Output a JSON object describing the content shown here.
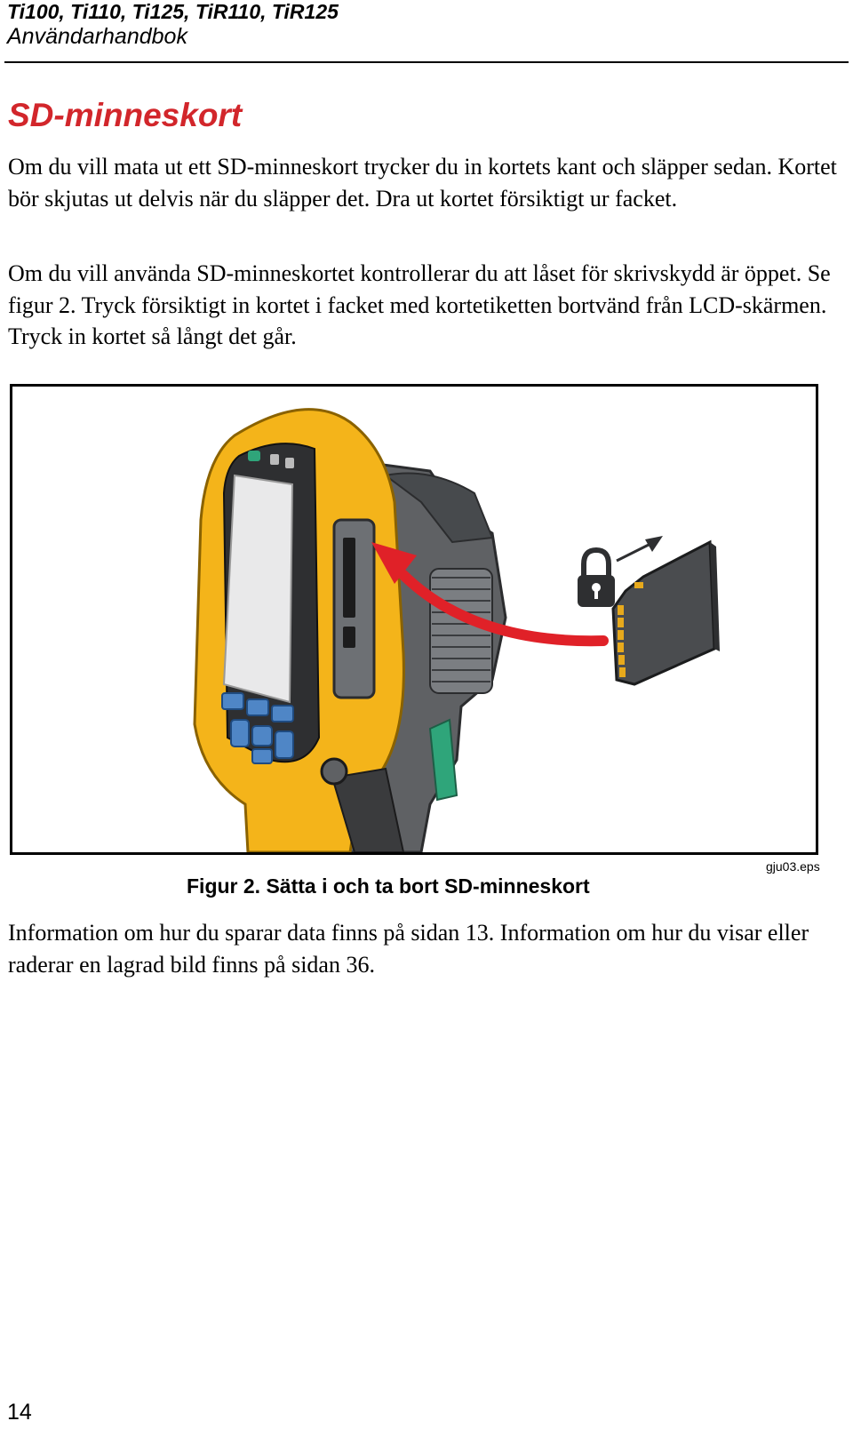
{
  "header": {
    "models": "Ti100, Ti110, Ti125, TiR110, TiR125",
    "manual": "Användarhandbok"
  },
  "section": {
    "title": "SD-minneskort"
  },
  "paragraphs": [
    "Om du vill mata ut ett SD-minneskort trycker du in kortets kant och släpper sedan. Kortet bör skjutas ut delvis när du släpper det. Dra ut kortet försiktigt ur facket.",
    "Om du vill använda SD-minneskortet kontrollerar du att låset för skrivskydd är öppet. Se figur 2. Tryck försiktigt in kortet i facket med kortetiketten bortvänd från LCD-skärmen. Tryck in kortet så långt det går.",
    "Information om hur du sparar data finns på sidan 13. Information om hur du visar eller raderar en lagrad bild finns på sidan 36."
  ],
  "figure": {
    "caption": "Figur 2. Sätta i och ta bort SD-minneskort",
    "file": "gju03.eps"
  },
  "footer": {
    "page_number": "14"
  },
  "colors": {
    "title_red": "#d2262b",
    "camera_yellow": "#f4b41a",
    "camera_gray": "#5f6164",
    "arrow_red": "#e02128",
    "card_gray": "#4a4c4f",
    "contact_gold": "#e7a91c",
    "button_blue": "#4f86c6",
    "button_green": "#2fa57a"
  },
  "icons": [
    "lock-icon",
    "arrow-icon"
  ]
}
